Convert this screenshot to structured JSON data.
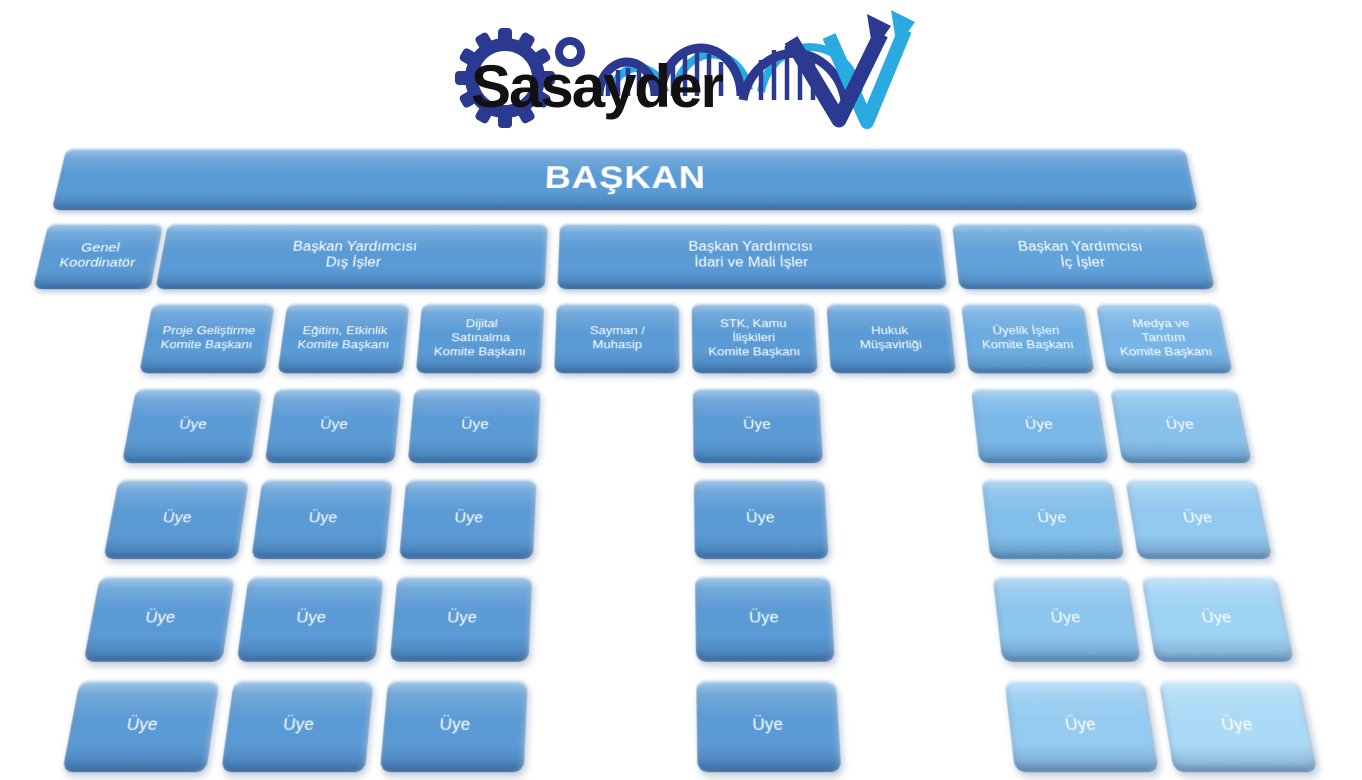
{
  "logo": {
    "text": "Sasayder",
    "navy": "#2B3990",
    "light_blue": "#29ABE2",
    "text_color": "#111111"
  },
  "palette": {
    "box_blue": "#5B9BD5",
    "box_blue_lightest": "#ABDAF6",
    "box_text": "#FFFFFF",
    "background": "#FFFFFF"
  },
  "root": {
    "label": "BAŞKAN"
  },
  "assistant": {
    "label": "Genel\nKoordinatör"
  },
  "vps": [
    {
      "label": "Başkan Yardımcısı\nDış İşler"
    },
    {
      "label": "Başkan Yardımcısı\nİdari ve Mali İşler"
    },
    {
      "label": "Başkan Yardımcısı\nİç İşler"
    }
  ],
  "committees": [
    {
      "label": "Proje Geliştirme\nKomite Başkanı"
    },
    {
      "label": "Eğitim, Etkinlik\nKomite Başkanı"
    },
    {
      "label": "Dijital\nSatınalma\nKomite Başkanı"
    },
    {
      "label": "Sayman /\nMuhasip"
    },
    {
      "label": "STK, Kamu\nİlişkileri\nKomite Başkanı"
    },
    {
      "label": "Hukuk\nMüşavirliği"
    },
    {
      "label": "Üyelik İşleri\nKomite Başkanı"
    },
    {
      "label": "Medya ve\nTanıtım\nKomite Başkanı"
    }
  ],
  "member_label": "Üye",
  "member_columns": [
    {
      "under": "Proje Geliştirme Komite Başkanı",
      "member_count": 4
    },
    {
      "under": "Eğitim, Etkinlik Komite Başkanı",
      "member_count": 4
    },
    {
      "under": "Dijital Satınalma Komite Başkanı",
      "member_count": 4
    },
    {
      "under": "STK, Kamu İlişkileri Komite Başkanı",
      "member_count": 4
    },
    {
      "under": "Üyelik İşleri Komite Başkanı",
      "member_count": 4
    },
    {
      "under": "Medya ve Tanıtım Komite Başkanı",
      "member_count": 4
    }
  ]
}
